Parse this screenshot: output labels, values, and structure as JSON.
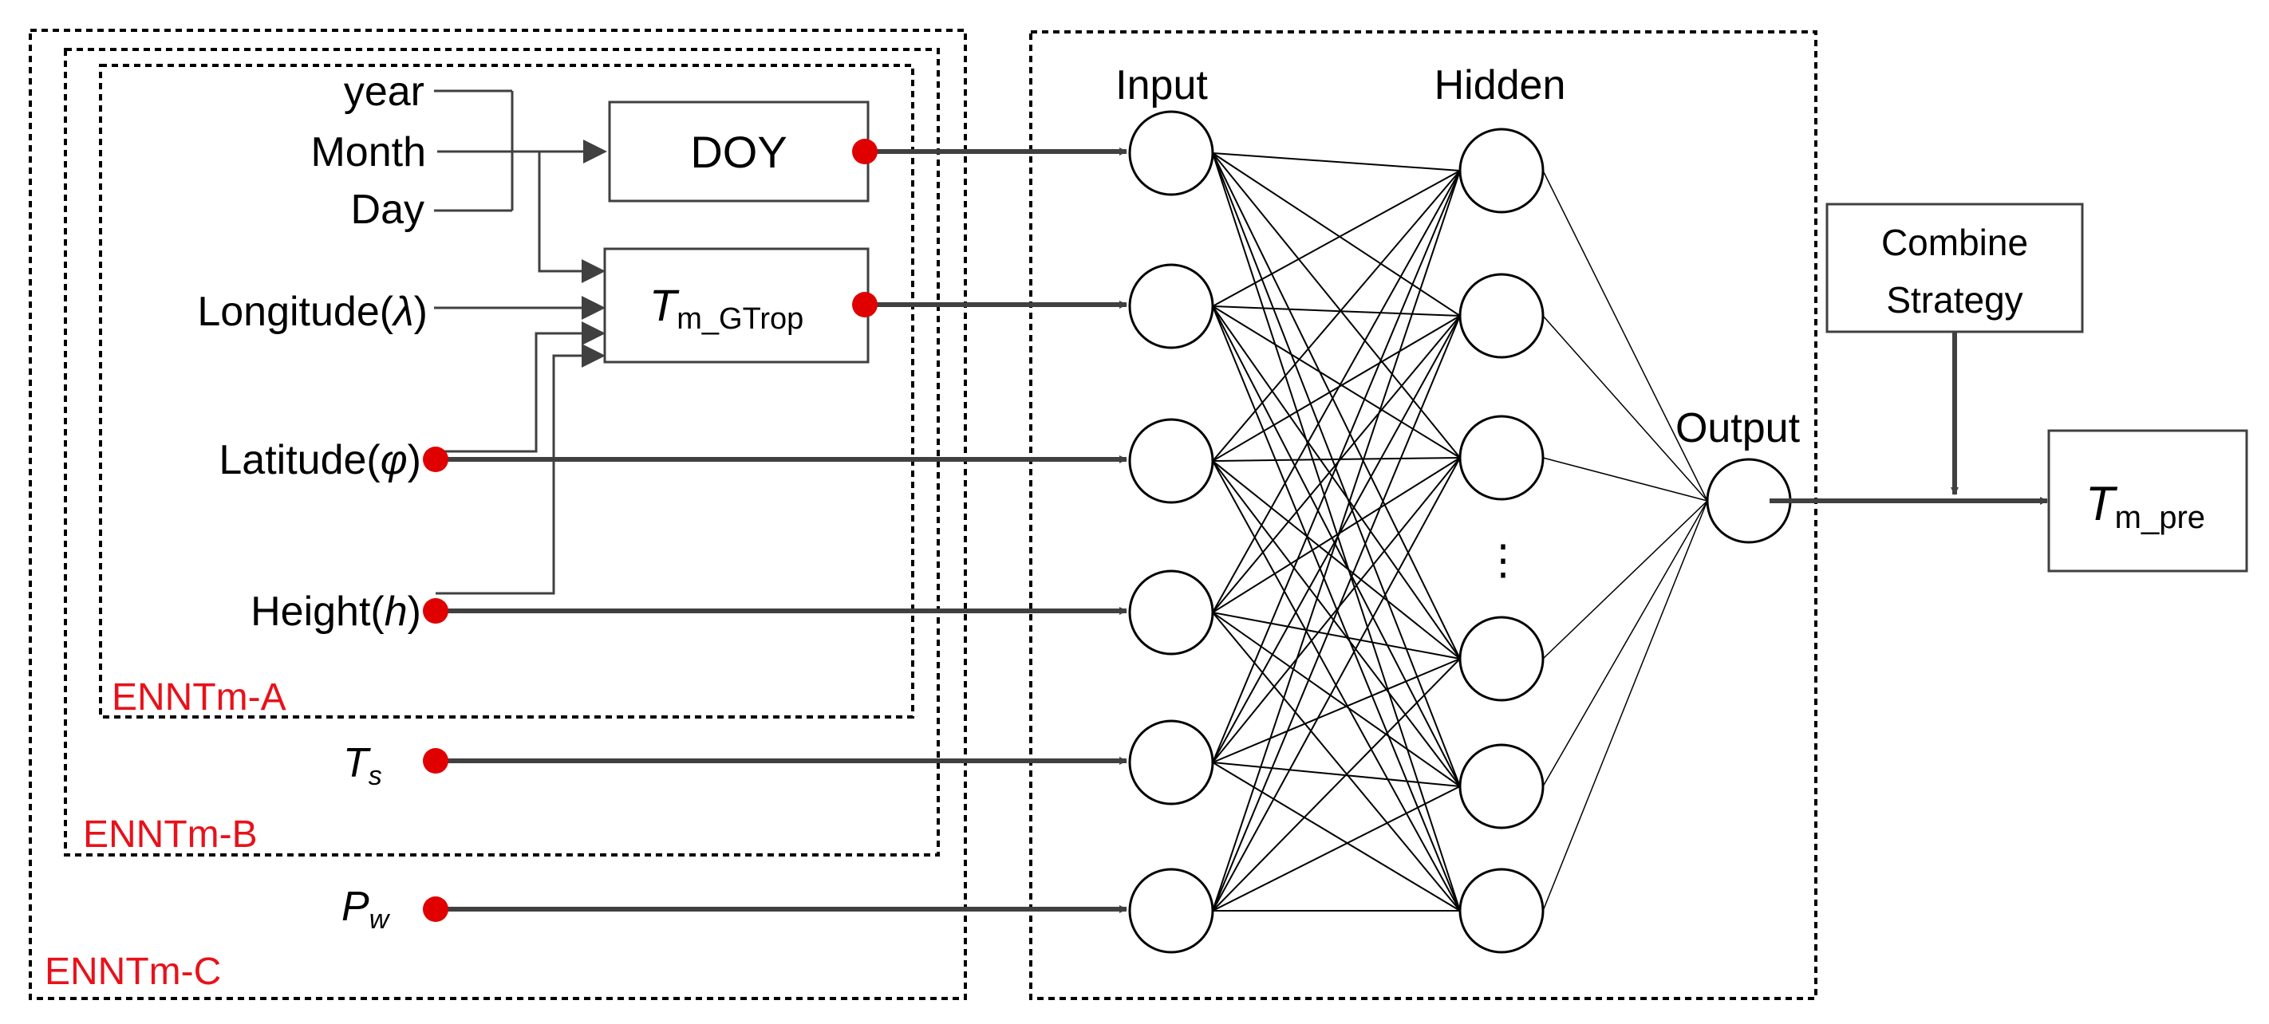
{
  "colors": {
    "line": "#404040",
    "dot": "#e00000",
    "ensemble_label": "#e8111a",
    "node_fill": "#ffffff",
    "node_stroke": "#000000"
  },
  "inputs": {
    "year": "year",
    "month": "Month",
    "day": "Day",
    "longitude_name": "Longitude(",
    "longitude_symbol": "λ",
    "latitude_name": "Latitude(",
    "latitude_symbol": "φ",
    "height_name": "Height(",
    "height_symbol": "h",
    "close_paren": ")",
    "ts_main": "T",
    "ts_sub": "s",
    "pw_main": "P",
    "pw_sub": "w"
  },
  "boxes": {
    "doy": "DOY",
    "gtrop_main": "T",
    "gtrop_sub": "m_GTrop",
    "combine_line1": "Combine",
    "combine_line2": "Strategy",
    "output_main": "T",
    "output_sub": "m_pre"
  },
  "ensembles": {
    "a": "ENNTm-A",
    "b": "ENNTm-B",
    "c": "ENNTm-C"
  },
  "network": {
    "input_title": "Input",
    "hidden_title": "Hidden",
    "output_title": "Output",
    "input_nodes": 6,
    "hidden_nodes": 6,
    "output_nodes": 1,
    "ellipsis": "⋮"
  }
}
